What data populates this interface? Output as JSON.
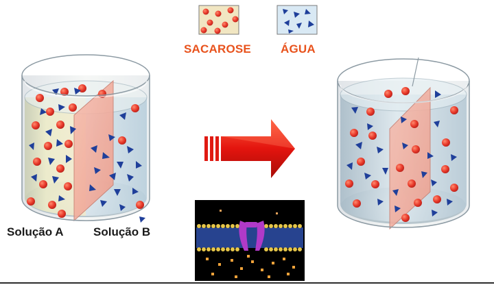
{
  "legend": {
    "sucrose_label": "SACAROSE",
    "water_label": "ÁGUA"
  },
  "solutions": {
    "a_label": "Solução A",
    "b_label": "Solução B"
  },
  "colors": {
    "sucrose": "#e8392a",
    "water": "#1f3f9a",
    "membrane": "#f3a99a",
    "arrow": "#e01a12",
    "label_accent": "#e8521c"
  },
  "icons": {
    "sucrose_particle": "red-circle",
    "water_particle": "blue-triangle",
    "process_arrow": "right-arrow"
  }
}
